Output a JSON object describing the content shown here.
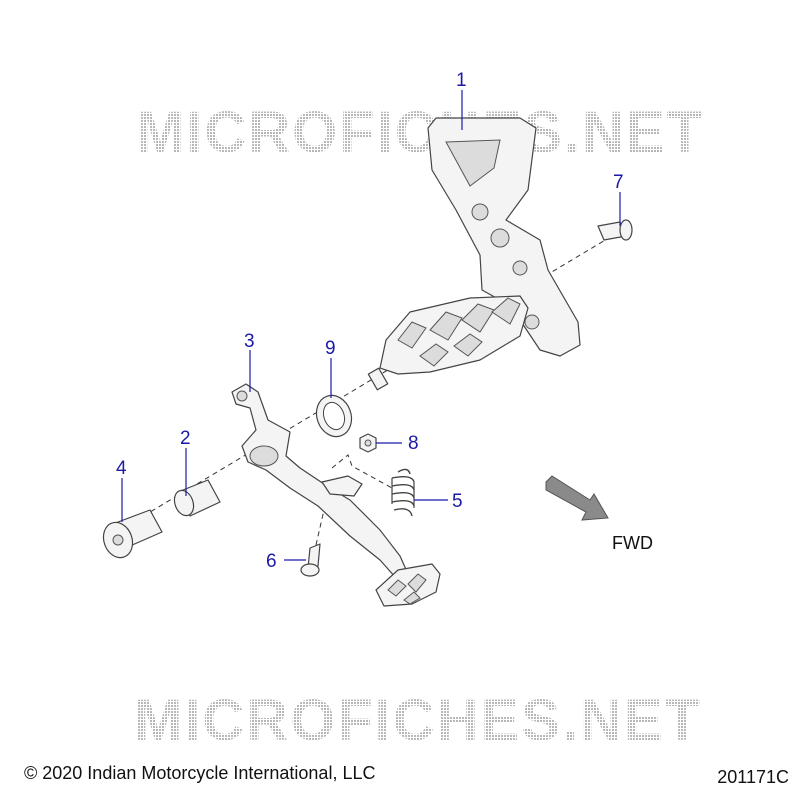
{
  "watermark": {
    "text": "MICROFICHES.NET"
  },
  "callouts": {
    "c1": "1",
    "c2": "2",
    "c3": "3",
    "c4": "4",
    "c5": "5",
    "c6": "6",
    "c7": "7",
    "c8": "8",
    "c9": "9"
  },
  "direction_label": "FWD",
  "footer": {
    "copyright": "© 2020 Indian Motorcycle International, LLC",
    "figure_id": "201171C"
  },
  "colors": {
    "callout": "#1a1aa6",
    "part_fill": "#f4f4f4",
    "watermark": "#bdbdbd"
  }
}
